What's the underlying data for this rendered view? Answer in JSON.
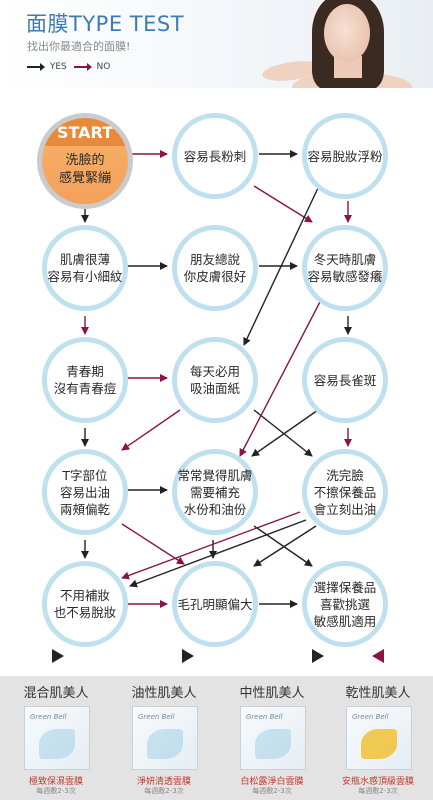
{
  "header": {
    "title": "面膜TYPE TEST",
    "subtitle": "找出你最適合的面膜!",
    "legend_yes": "YES",
    "legend_no": "NO"
  },
  "colors": {
    "yes_arrow": "#222222",
    "no_arrow": "#8a1446",
    "node_border": "#bfe0ee",
    "start_fill": "#f3a05a"
  },
  "start": {
    "label": "START",
    "text_line1": "洗臉的",
    "text_line2": "感覺緊繃"
  },
  "nodes": {
    "n_fendi": "容易長粉刺",
    "n_tuozhuang": "容易脫妝浮粉",
    "n_xibo_1": "肌膚很薄",
    "n_xibo_2": "容易有小細紋",
    "n_pengyou_1": "朋友總說",
    "n_pengyou_2": "你皮膚很好",
    "n_dongtian_1": "冬天時肌膚",
    "n_dongtian_2": "容易敏感發癢",
    "n_qingchun_1": "青春期",
    "n_qingchun_2": "沒有青春痘",
    "n_xiyou_1": "每天必用",
    "n_xiyou_2": "吸油面紙",
    "n_queban": "容易長雀斑",
    "n_tzone_1": "T字部位",
    "n_tzone_2": "容易出油",
    "n_tzone_3": "兩頰偏乾",
    "n_buchong_1": "常常覺得肌膚",
    "n_buchong_2": "需要補充",
    "n_buchong_3": "水份和油份",
    "n_xiwan_1": "洗完臉",
    "n_xiwan_2": "不擦保養品",
    "n_xiwan_3": "會立刻出油",
    "n_buyong_1": "不用補妝",
    "n_buyong_2": "也不易脫妝",
    "n_maokong": "毛孔明顯偏大",
    "n_xuanze_1": "選擇保養品",
    "n_xuanze_2": "喜歡挑選",
    "n_xuanze_3": "敏感肌適用"
  },
  "results": [
    {
      "title": "混合肌美人",
      "product": "極致保濕雲膜",
      "sub": "每週敷2-3次",
      "brand": "Green Bell"
    },
    {
      "title": "油性肌美人",
      "product": "淨妍清透雲膜",
      "sub": "每週敷2-3次",
      "brand": "Green Bell"
    },
    {
      "title": "中性肌美人",
      "product": "白松露淨白雲膜",
      "sub": "每週敷2-3次",
      "brand": "Green Bell"
    },
    {
      "title": "乾性肌美人",
      "product": "安瓶水感頂級雲膜",
      "sub": "每週敷2-3次",
      "brand": "Green Bell"
    }
  ]
}
